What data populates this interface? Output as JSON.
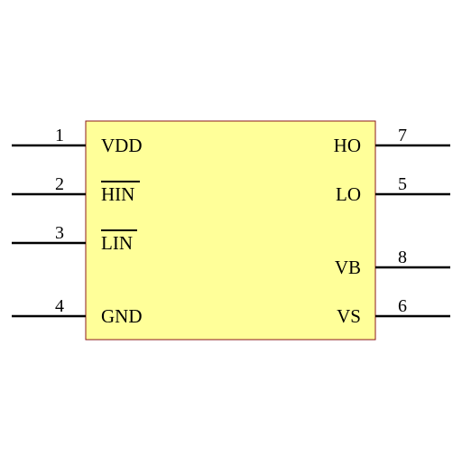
{
  "component": {
    "body_fill": "#FFFF99",
    "body_stroke": "#8B1A1A",
    "pin_color": "#000000"
  },
  "pins": {
    "left": [
      {
        "number": "1",
        "name": "VDD",
        "overline": false
      },
      {
        "number": "2",
        "name": "HIN",
        "overline": true
      },
      {
        "number": "3",
        "name": "LIN",
        "overline": true
      },
      {
        "number": "4",
        "name": "GND",
        "overline": false
      }
    ],
    "right": [
      {
        "number": "7",
        "name": "HO",
        "overline": false
      },
      {
        "number": "5",
        "name": "LO",
        "overline": false
      },
      {
        "number": "8",
        "name": "VB",
        "overline": false
      },
      {
        "number": "6",
        "name": "VS",
        "overline": false
      }
    ]
  }
}
